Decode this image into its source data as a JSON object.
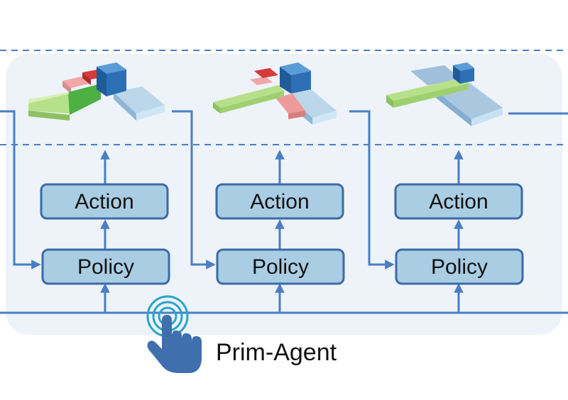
{
  "diagram": {
    "action_label": "Action",
    "policy_label": "Policy",
    "agent_label": "Prim-Agent",
    "colors": {
      "line": "#4a7ec4",
      "box_fill": "#a9cde3",
      "box_stroke": "#3c6aa6",
      "panel": "#edf3f9",
      "hand": "#3f6fad"
    },
    "icons": [
      "touch-hand-icon",
      "primitive-assembly-icon"
    ]
  }
}
